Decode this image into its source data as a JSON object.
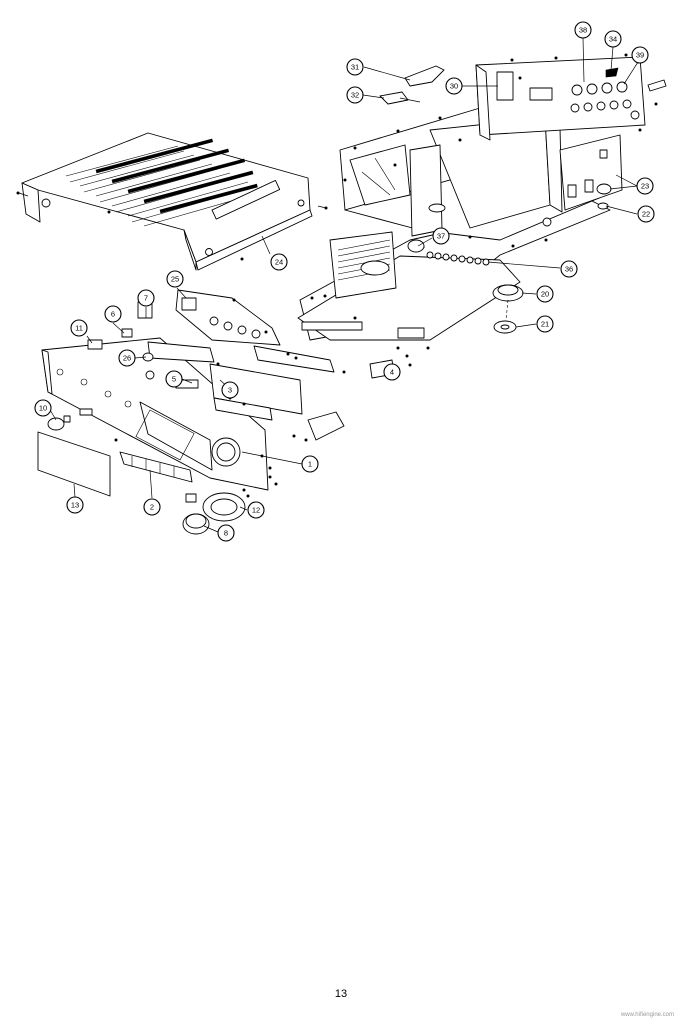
{
  "page_number": "13",
  "watermark": "www.hifiengine.com",
  "callouts": [
    "1",
    "2",
    "3",
    "4",
    "5",
    "6",
    "7",
    "8",
    "10",
    "11",
    "12",
    "13",
    "20",
    "21",
    "22",
    "23",
    "24",
    "25",
    "26",
    "30",
    "31",
    "32",
    "34",
    "36",
    "37",
    "38",
    "39"
  ]
}
